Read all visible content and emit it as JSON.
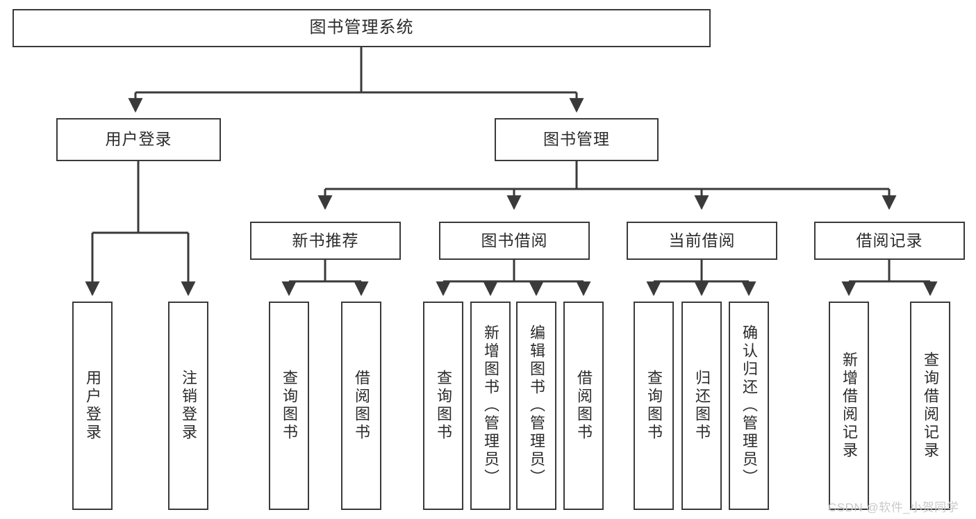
{
  "diagram": {
    "title": "图书管理系统",
    "type": "hierarchy-tree",
    "watermark": "CSDN @软件_小贺同学",
    "colors": {
      "stroke": "#3a3a3a",
      "text": "#2b2b2b",
      "background": "#ffffff",
      "watermark": "#c9c9c9"
    },
    "root": {
      "label": "图书管理系统"
    },
    "level2": [
      {
        "label": "用户登录"
      },
      {
        "label": "图书管理"
      }
    ],
    "level3": [
      {
        "label": "新书推荐"
      },
      {
        "label": "图书借阅"
      },
      {
        "label": "当前借阅"
      },
      {
        "label": "借阅记录"
      }
    ],
    "leaves": {
      "user_login": [
        {
          "label": "用户登录"
        },
        {
          "label": "注销登录"
        }
      ],
      "new_book": [
        {
          "label": "查询图书"
        },
        {
          "label": "借阅图书"
        }
      ],
      "book_borrow": [
        {
          "label": "查询图书"
        },
        {
          "label": "新增图书（管理员）"
        },
        {
          "label": "编辑图书（管理员）"
        },
        {
          "label": "借阅图书"
        }
      ],
      "current_borrow": [
        {
          "label": "查询图书"
        },
        {
          "label": "归还图书"
        },
        {
          "label": "确认归还（管理员）"
        }
      ],
      "borrow_record": [
        {
          "label": "新增借阅记录"
        },
        {
          "label": "查询借阅记录"
        }
      ]
    }
  }
}
